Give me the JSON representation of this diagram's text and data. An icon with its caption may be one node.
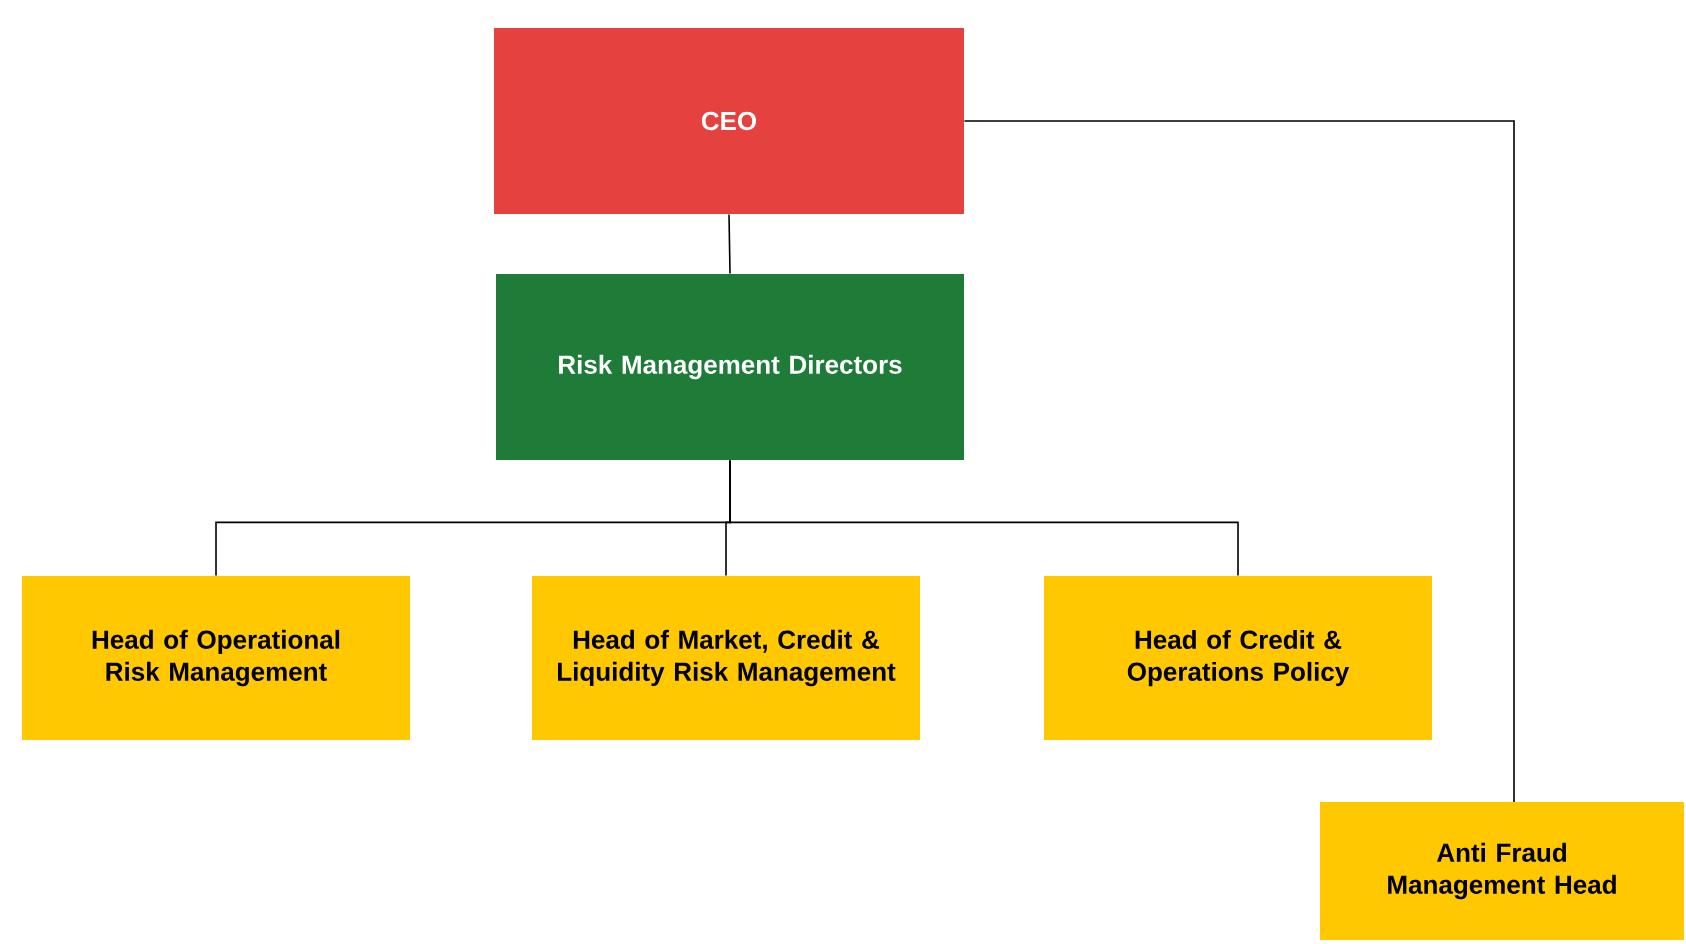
{
  "diagram": {
    "nodes": [
      {
        "text": [
          "CEO"
        ]
      },
      {
        "text": [
          "Risk Management Directors"
        ]
      },
      {
        "text": [
          "Head of Operational Risk Management"
        ]
      },
      {
        "text": [
          "Head of Market, Credit & Liquidity Risk Management"
        ]
      },
      {
        "text": [
          "Head of Credit & Operations Policy"
        ]
      },
      {
        "text": [
          "Anti Fraud Management Head"
        ]
      }
    ],
    "edges": [
      {
        "from": 0,
        "to": 1,
        "arrow": "none"
      },
      {
        "from": 1,
        "to": 2,
        "arrow": "none"
      },
      {
        "from": 1,
        "to": 3,
        "arrow": "none"
      },
      {
        "from": 1,
        "to": 4,
        "arrow": "none"
      },
      {
        "from": 0,
        "to": 5,
        "arrow": "none"
      }
    ]
  }
}
